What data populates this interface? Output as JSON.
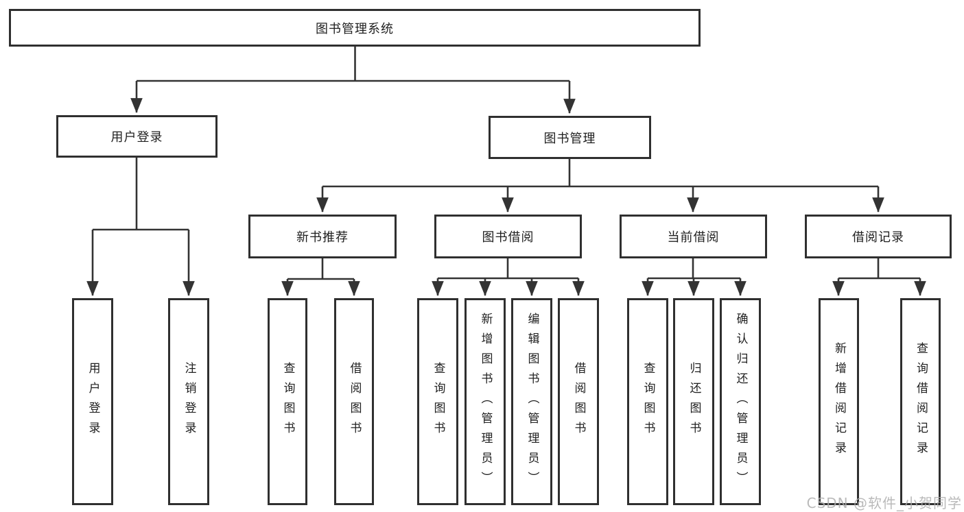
{
  "diagram": {
    "type": "org-tree",
    "root": {
      "label": "图书管理系统"
    },
    "level2": {
      "user_login": {
        "label": "用户登录"
      },
      "book_mgmt": {
        "label": "图书管理"
      }
    },
    "level3": {
      "new_book_rec": {
        "label": "新书推荐"
      },
      "book_borrow": {
        "label": "图书借阅"
      },
      "current_borrow": {
        "label": "当前借阅"
      },
      "borrow_records": {
        "label": "借阅记录"
      }
    },
    "leaves": {
      "user_login_leaf": {
        "label": "用户登录"
      },
      "logout": {
        "label": "注销登录"
      },
      "nb_query": {
        "label": "查询图书"
      },
      "nb_borrow": {
        "label": "借阅图书"
      },
      "bb_query": {
        "label": "查询图书"
      },
      "bb_add_admin": {
        "label": "新增图书（管理员）"
      },
      "bb_edit_admin": {
        "label": "编辑图书（管理员）"
      },
      "bb_borrow": {
        "label": "借阅图书"
      },
      "cb_query": {
        "label": "查询图书"
      },
      "cb_return": {
        "label": "归还图书"
      },
      "cb_confirm_admin": {
        "label": "确认归还（管理员）"
      },
      "br_add": {
        "label": "新增借阅记录"
      },
      "br_query": {
        "label": "查询借阅记录"
      }
    },
    "colors": {
      "line": "#333333",
      "node_border": "#2f2f2f",
      "node_fill": "#ffffff",
      "text": "#1f1f1f",
      "watermark": "#aeaeae",
      "background": "#ffffff"
    }
  },
  "watermark": {
    "text": "CSDN @软件_小贺同学"
  }
}
